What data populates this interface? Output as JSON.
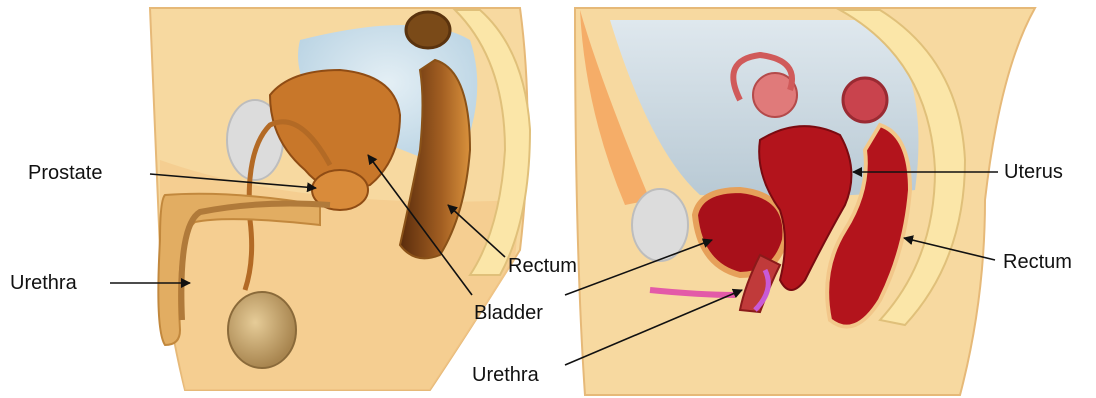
{
  "male_panel": {
    "labels": {
      "prostate": "Prostate",
      "urethra": "Urethra",
      "bladder": "Bladder",
      "rectum": "Rectum"
    }
  },
  "female_panel": {
    "labels": {
      "uterus": "Uterus",
      "rectum": "Rectum",
      "urethra": "Urethra"
    }
  },
  "colors": {
    "skin": "#f7d9a0",
    "skin_dark": "#e8b36a",
    "bone": "#fbe6a8",
    "cavity": "#c9dde8",
    "male_organ": "#c8772a",
    "female_organ": "#b3141c",
    "testis": "#c9a66b",
    "accent_pink": "#e35aa8",
    "arrow": "#111111"
  }
}
